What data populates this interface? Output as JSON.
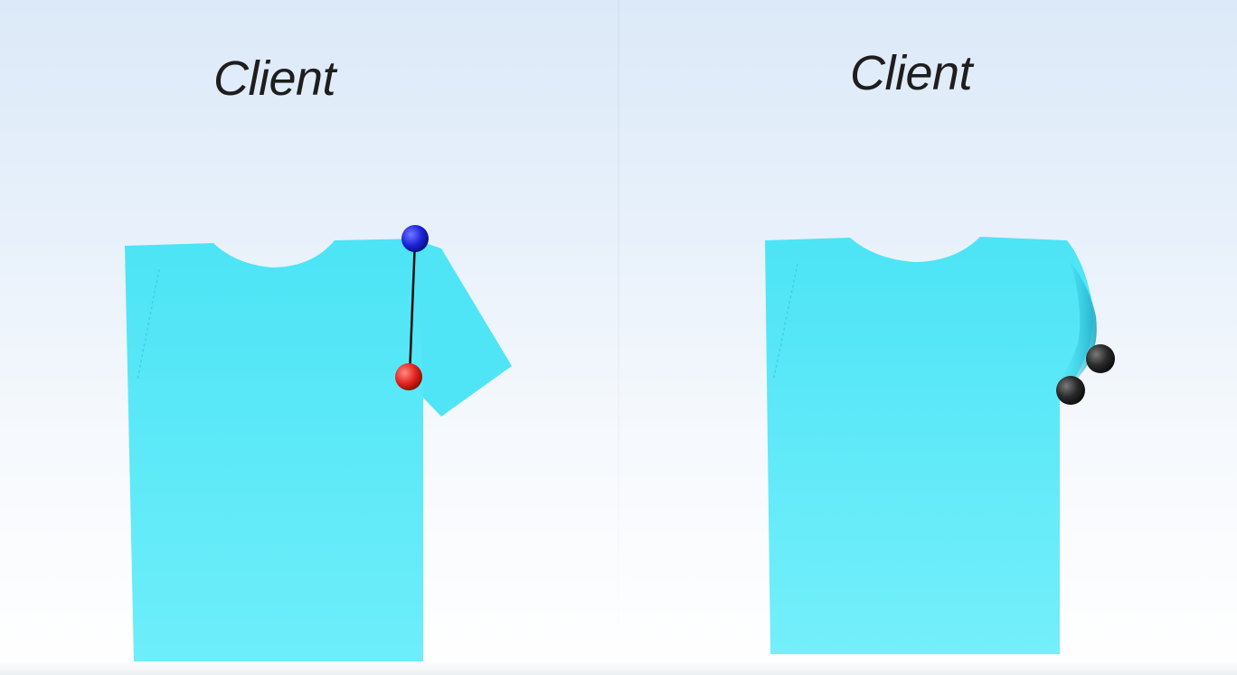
{
  "panels": [
    {
      "title": "Client",
      "markers": [
        {
          "name": "grasp-point-start",
          "color": "#1a22d6"
        },
        {
          "name": "grasp-point-target",
          "color": "#e0211b"
        }
      ]
    },
    {
      "title": "Client",
      "markers": [
        {
          "name": "gripper-finger-upper",
          "color": "#2a2a2a"
        },
        {
          "name": "gripper-finger-lower",
          "color": "#2a2a2a"
        }
      ]
    }
  ],
  "colors": {
    "cloth": "#4ee6f7",
    "cloth_light": "#7bf0fb",
    "cloth_shadow": "#1aa8c4",
    "connector": "#111111"
  }
}
